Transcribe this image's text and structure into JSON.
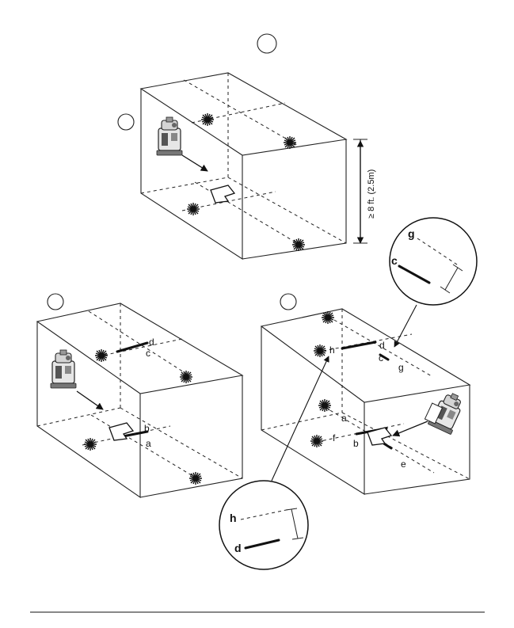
{
  "labels": {
    "dimension": "≥ 8 ft. (2.5m)",
    "a": "a",
    "b": "b",
    "c": "c",
    "d": "d",
    "e": "e",
    "f": "f",
    "g": "g",
    "h": "h"
  },
  "icons": {
    "laser_level": "laser-level-icon",
    "target_plate": "target-plate-icon",
    "laser_point": "laser-point-icon",
    "step_marker": "step-circle-icon"
  }
}
